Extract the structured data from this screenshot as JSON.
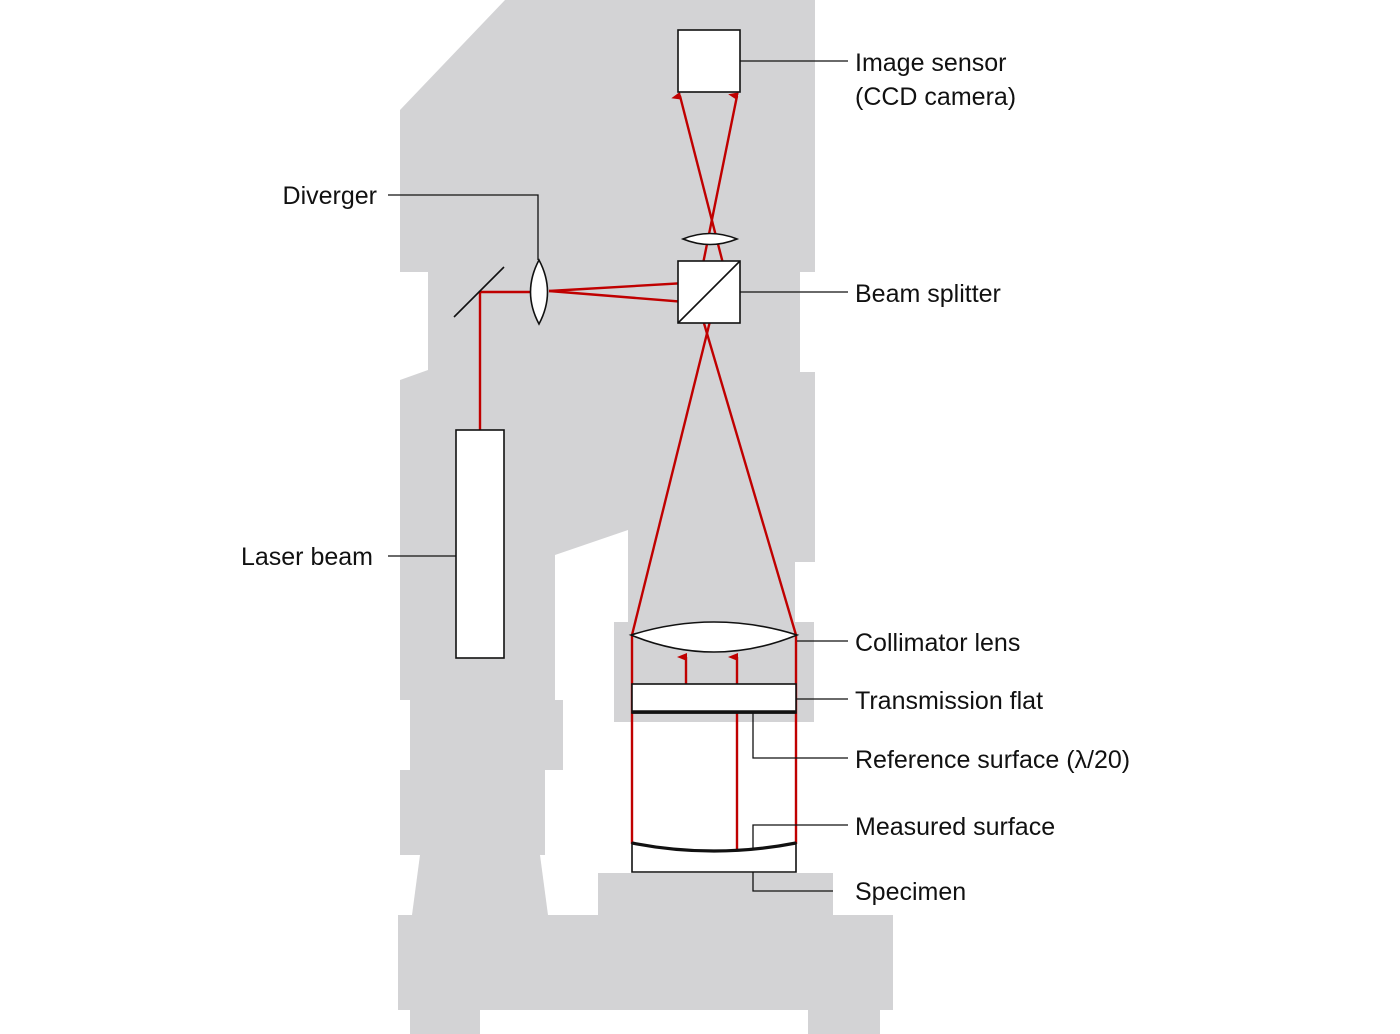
{
  "colors": {
    "background": "#ffffff",
    "housing": "#d3d3d5",
    "beam": "#c00000",
    "outline": "#111111",
    "component_fill": "#ffffff"
  },
  "labels": {
    "image_sensor_line1": "Image sensor",
    "image_sensor_line2": "(CCD camera)",
    "diverger": "Diverger",
    "beam_splitter": "Beam splitter",
    "laser_beam": "Laser beam",
    "collimator_lens": "Collimator lens",
    "transmission_flat": "Transmission flat",
    "reference_surface": "Reference surface (λ/20)",
    "measured_surface": "Measured surface",
    "specimen": "Specimen"
  }
}
